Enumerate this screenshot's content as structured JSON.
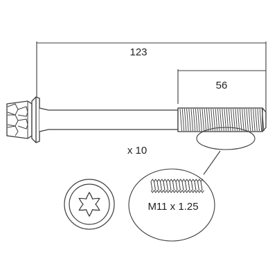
{
  "dimensions": {
    "overall_length": "123",
    "thread_length": "56"
  },
  "quantity": "x 10",
  "thread_spec": "M11 x 1.25",
  "icons": {
    "bolt": "flange-bolt-side-view",
    "drive": "torx-drive-head",
    "detail": "thread-detail-magnifier"
  },
  "colors": {
    "line": "#3a3a3a",
    "background": "#ffffff"
  }
}
